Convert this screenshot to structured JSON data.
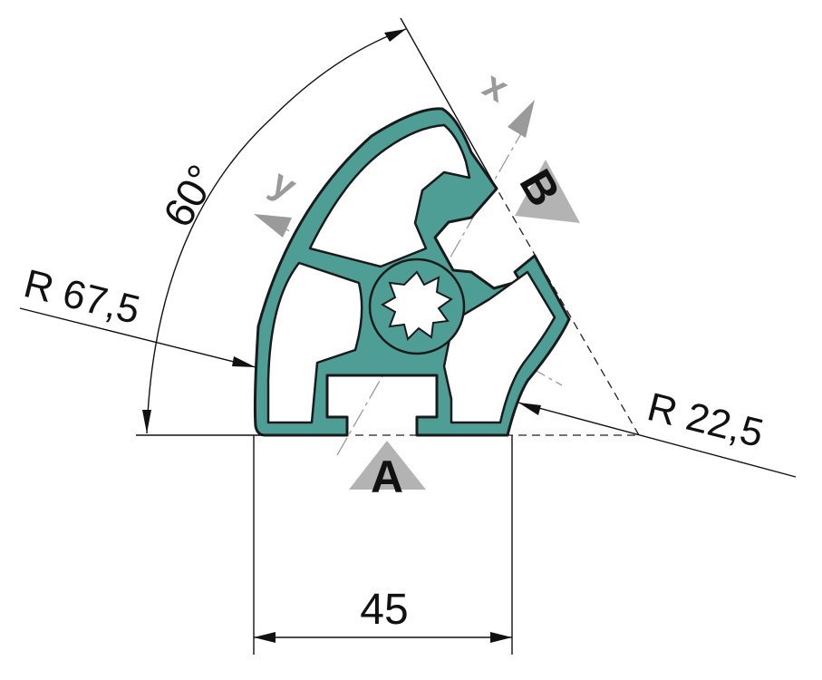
{
  "diagram": {
    "labels": {
      "angle": "60°",
      "outer_radius": "R 67,5",
      "inner_radius": "R 22,5",
      "width": "45",
      "view_a": "A",
      "view_b": "B",
      "axis_x": "x",
      "axis_y": "y"
    },
    "colors": {
      "profile_fill": "#4f9e96",
      "profile_outline": "#1a1a1a",
      "axis_gray": "#9a9a9a",
      "dimension_line": "#111111"
    }
  }
}
